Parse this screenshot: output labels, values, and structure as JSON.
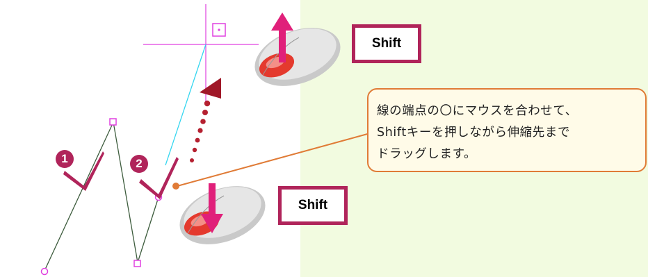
{
  "steps": {
    "step1": "1",
    "step2": "2"
  },
  "keys": {
    "shift_top": "Shift",
    "shift_bottom": "Shift"
  },
  "callout": {
    "line1": "線の端点の〇にマウスを合わせて、",
    "line2": "Shiftキーを押しながら伸縮先まで",
    "line3": "ドラッグします。"
  },
  "colors": {
    "accent": "#b0245a",
    "magenta": "#e040e0",
    "cyan": "#33d6f0",
    "line": "#3d5c3d",
    "callout_border": "#e07b36",
    "background": "#f2fbe0"
  }
}
